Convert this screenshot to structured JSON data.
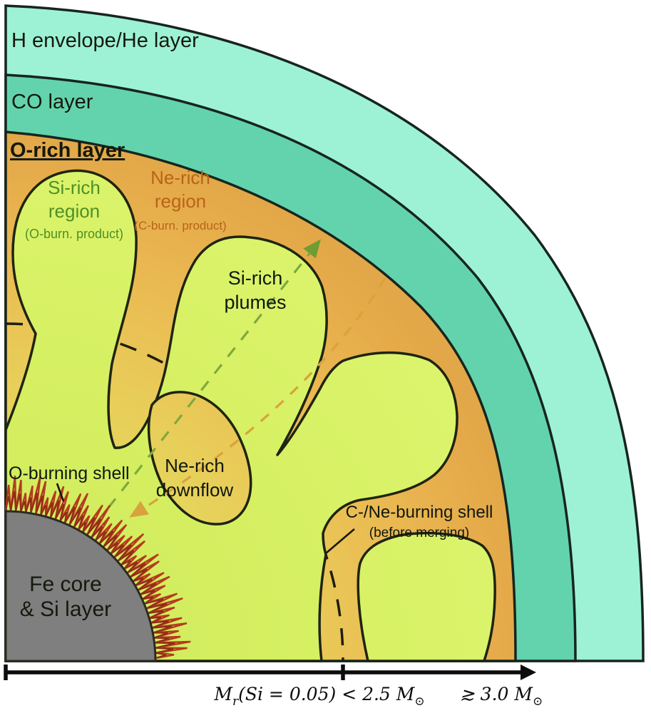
{
  "figure": {
    "title_hint": "Schematic of pre-supernova massive-star shell structure",
    "layers": {
      "h_envelope": {
        "label": "H envelope/He layer",
        "color": "#9df2d6"
      },
      "co_layer": {
        "label": "CO layer",
        "color": "#63d3ae"
      },
      "o_rich": {
        "label": "O-rich layer",
        "color_outer": "#e3a748",
        "color_inner": "#e4e05f"
      },
      "si_plume": {
        "color": "#d6f063"
      },
      "core": {
        "line1": "Fe core",
        "line2": "& Si layer",
        "color": "#7f7f7f"
      }
    },
    "regions": {
      "si_region": {
        "line1": "Si-rich",
        "line2": "region",
        "sub": "(O-burn. product)",
        "text_color": "#4e9026"
      },
      "ne_region": {
        "line1": "Ne-rich",
        "line2": "region",
        "sub": "(C-burn. product)",
        "text_color": "#b96418"
      },
      "si_plumes": {
        "line1": "Si-rich",
        "line2": "plumes"
      },
      "ne_downflow": {
        "line1": "Ne-rich",
        "line2": "downflow"
      },
      "o_burning": {
        "label": "O-burning shell",
        "zigzag_color": "#b43b1e"
      },
      "cne_shell": {
        "line1": "C-/Ne-burning shell",
        "line2": "(before merging)"
      }
    },
    "arrows": {
      "plume_rise_color": "#7fa93d",
      "downflow_color": "#d9a23c",
      "shell_arc_style": "dashed"
    },
    "axis": {
      "m": "M",
      "sub_r": "r",
      "inner_rest": "(Si = 0.05) < 2.5 M",
      "sun": "⊙",
      "outer": "≳ 3.0 M"
    }
  }
}
